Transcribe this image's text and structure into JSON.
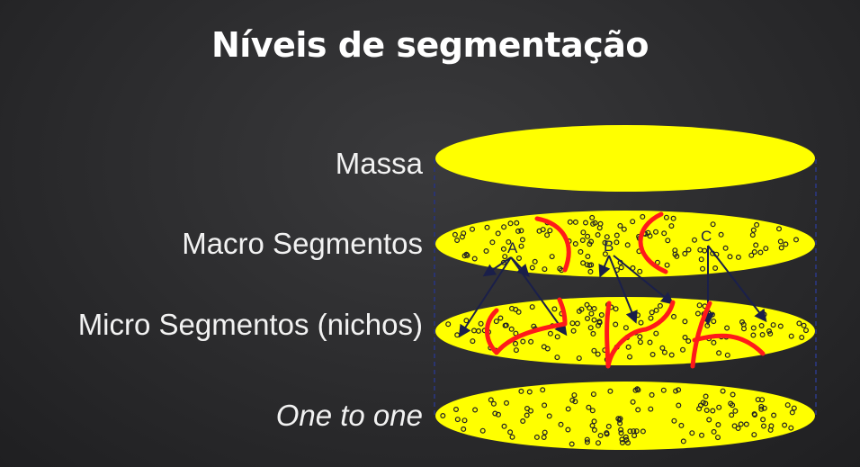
{
  "title": "Níveis de segmentação",
  "levels": [
    {
      "label": "Massa",
      "italic": false
    },
    {
      "label": "Macro Segmentos",
      "italic": false
    },
    {
      "label": "Micro Segmentos (nichos)",
      "italic": false
    },
    {
      "label": "One to one",
      "italic": true
    }
  ],
  "segment_markers": [
    "A",
    "B",
    "C"
  ],
  "colors": {
    "background": "#2b2b2d",
    "disc_fill": "#ffff00",
    "dot_stroke": "#222222",
    "arrow": "#1a1f4a",
    "annotation": "#ff1a1a",
    "text": "#ffffff"
  }
}
